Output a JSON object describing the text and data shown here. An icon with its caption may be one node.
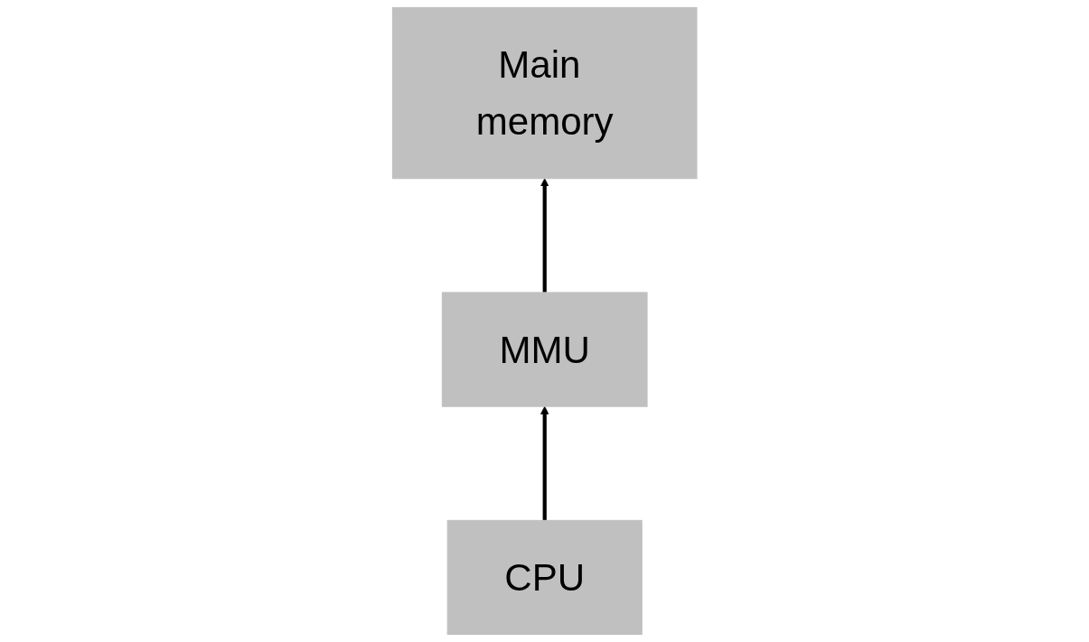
{
  "diagram": {
    "nodes": [
      {
        "text": [
          "Main memory"
        ]
      },
      {
        "text": [
          "MMU"
        ]
      },
      {
        "text": [
          "CPU"
        ]
      }
    ],
    "edges": [
      {
        "from": 2,
        "to": 1,
        "arrow": "to"
      },
      {
        "from": 1,
        "to": 0,
        "arrow": "to"
      }
    ]
  }
}
